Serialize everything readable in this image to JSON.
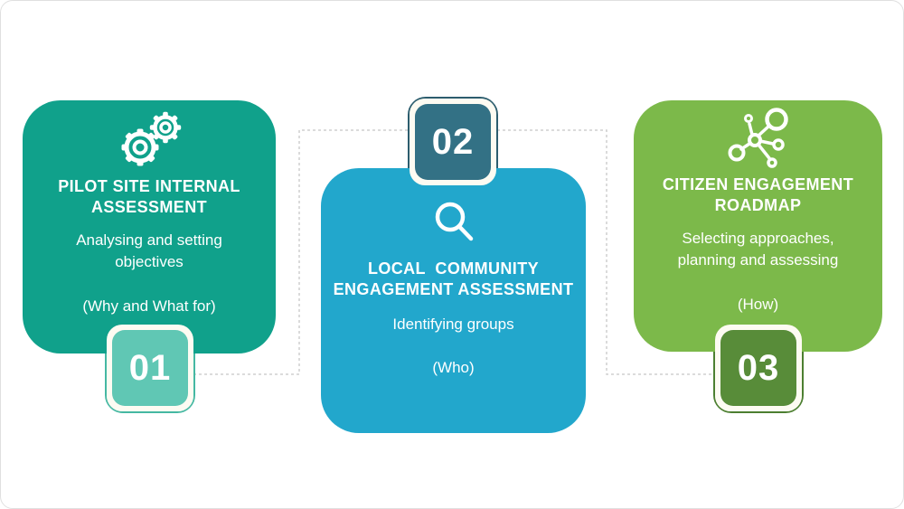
{
  "steps": [
    {
      "number": "01",
      "icon": "gears-icon",
      "title": "PILOT SITE INTERNAL\nASSESSMENT",
      "subtitle": "Analysing and setting\nobjectives",
      "note": "(Why and What for)",
      "colors": {
        "card": "#10A18B",
        "badge_fill": "#60C7B4",
        "badge_outline": "#45B8A2"
      }
    },
    {
      "number": "02",
      "icon": "magnifier-icon",
      "title": "LOCAL  COMMUNITY\nENGAGEMENT ASSESSMENT",
      "subtitle": "Identifying groups",
      "note": "(Who)",
      "colors": {
        "card": "#22A7CC",
        "badge_fill": "#337185",
        "badge_outline": "#2C5D6E"
      }
    },
    {
      "number": "03",
      "icon": "network-icon",
      "title": "CITIZEN ENGAGEMENT\nROADMAP",
      "subtitle": "Selecting approaches,\nplanning and assessing",
      "note": "(How)",
      "colors": {
        "card": "#7CB94A",
        "badge_fill": "#588C39",
        "badge_outline": "#4C7F31"
      }
    }
  ],
  "connector": {
    "color": "#CFCFCF",
    "style": "dashed"
  }
}
